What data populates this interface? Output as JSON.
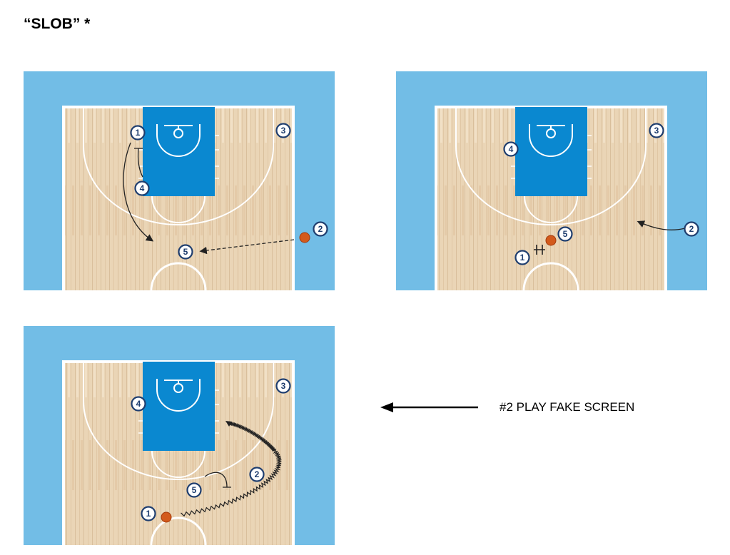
{
  "title": "“SLOB” *",
  "caption": "#2 PLAY FAKE SCREEN",
  "colors": {
    "outer": "#72bde6",
    "paint": "#0a88d0",
    "wood": "#e9d3b4",
    "line": "#ffffff",
    "player": "#1f3e6f",
    "ball": "#d35a1c"
  },
  "courts": [
    {
      "players": [
        "1",
        "2",
        "3",
        "4",
        "5"
      ]
    },
    {
      "players": [
        "1",
        "2",
        "3",
        "4",
        "5"
      ]
    },
    {
      "players": [
        "1",
        "2",
        "3",
        "4",
        "5"
      ]
    }
  ]
}
